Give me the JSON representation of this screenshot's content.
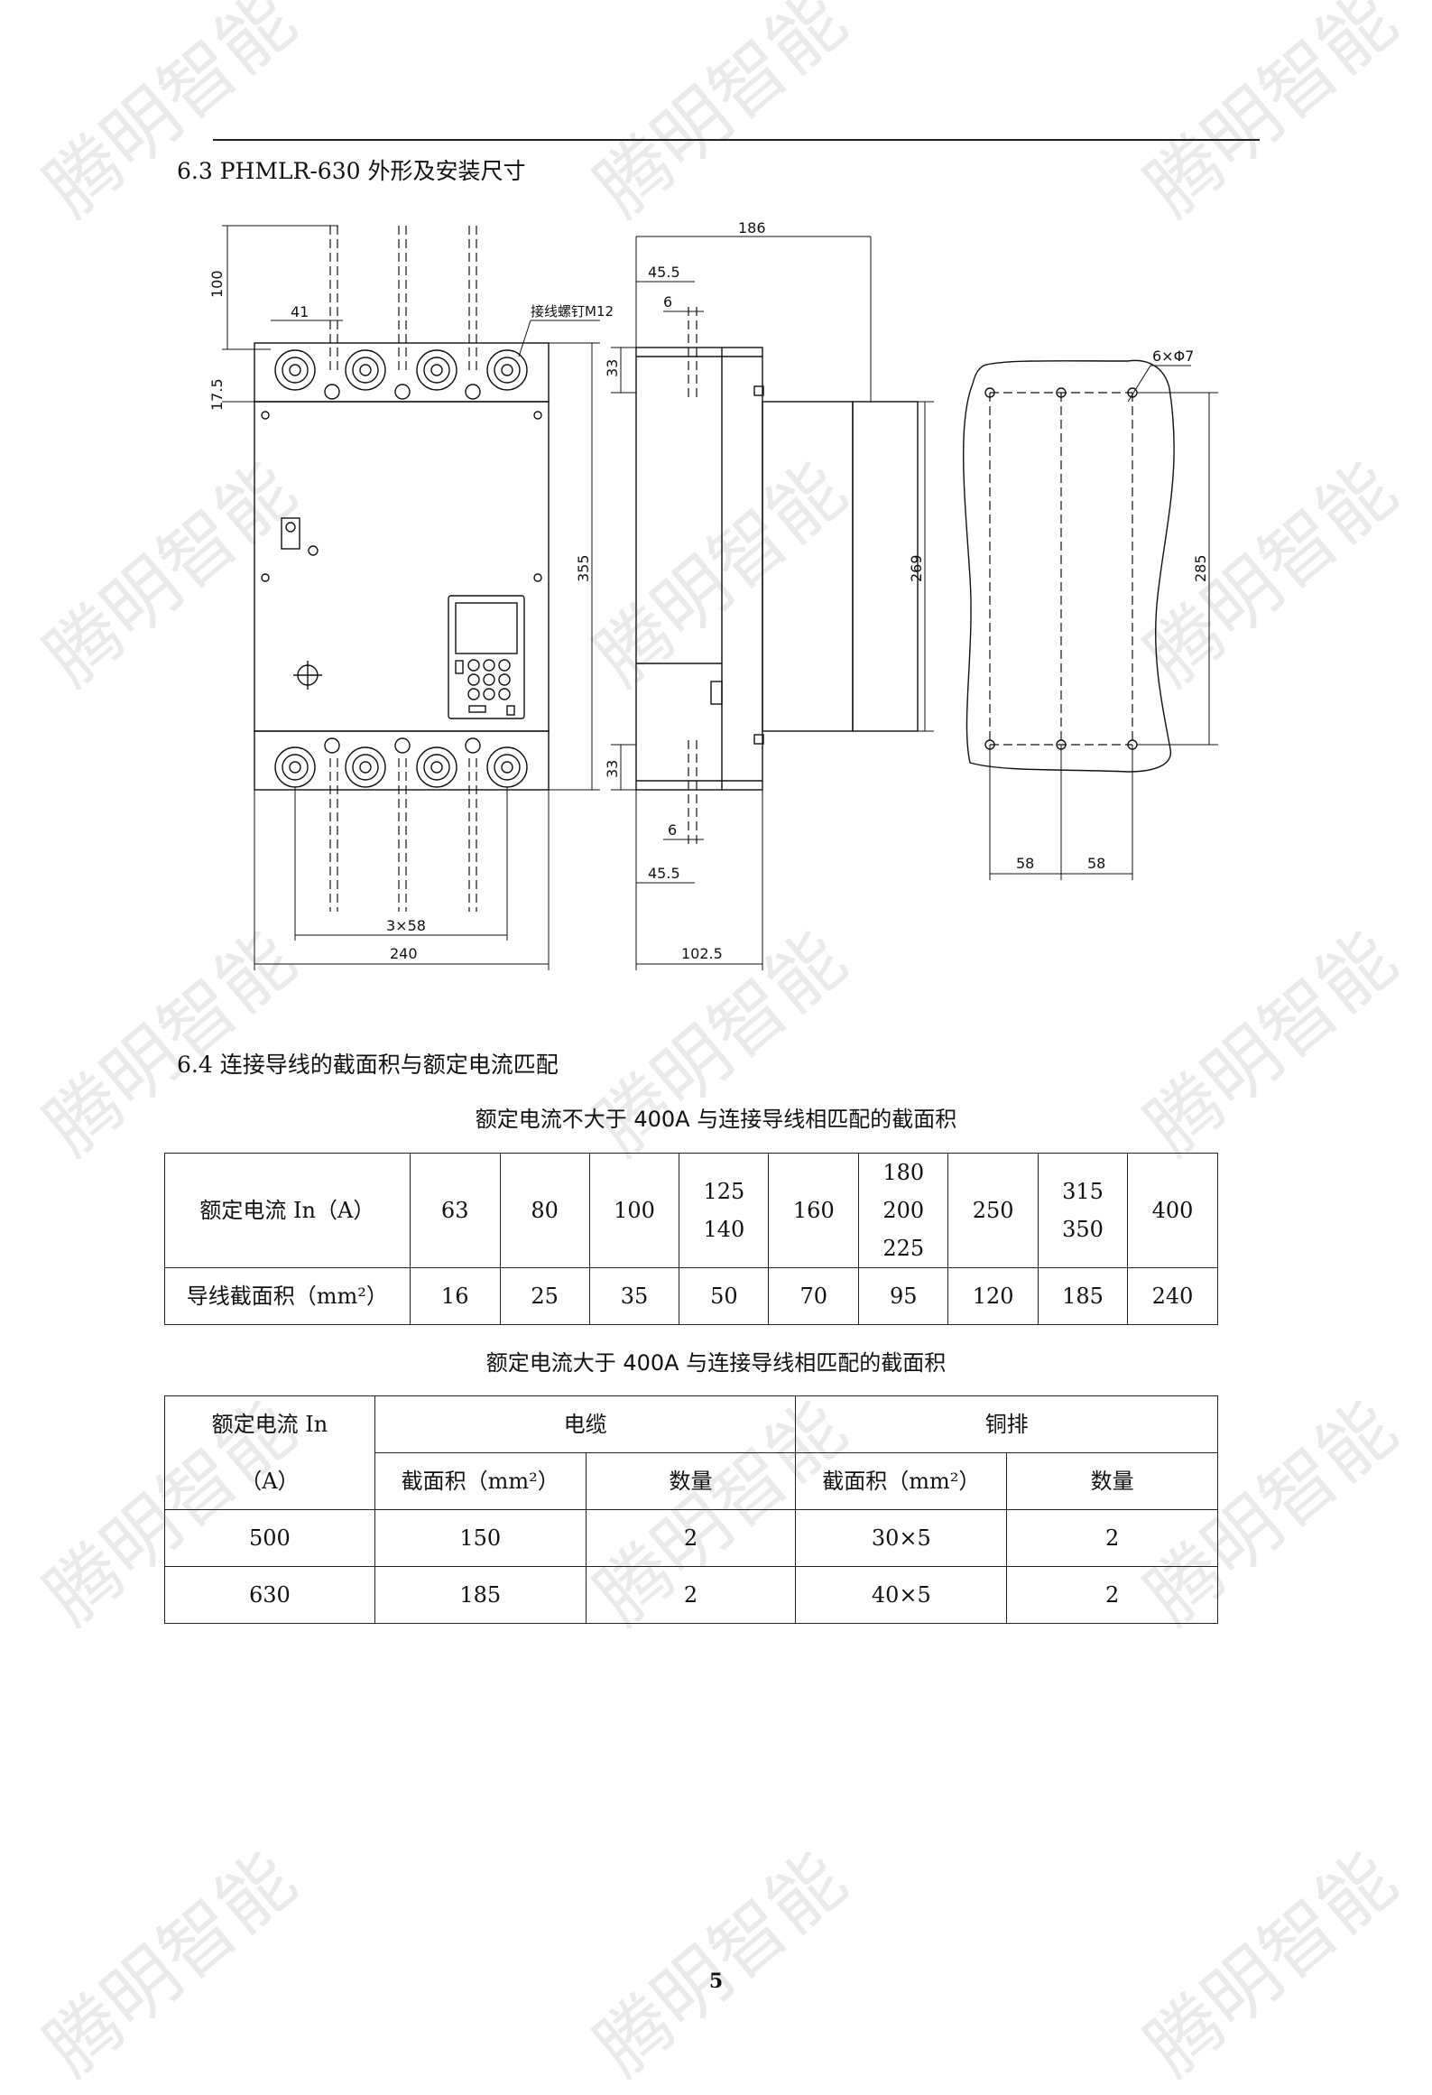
{
  "watermark": "腾明智能",
  "section_6_3": {
    "title": "6.3 PHMLR-630 外形及安装尺寸"
  },
  "drawing_labels": {
    "d100": "100",
    "d17_5": "17.5",
    "d41": "41",
    "terminal_screw": "接线螺钉M12",
    "d355": "355",
    "d3x58": "3×58",
    "d240": "240",
    "d186": "186",
    "d45_5_top": "45.5",
    "d6_top": "6",
    "d33_top": "33",
    "d269": "269",
    "d33_bottom": "33",
    "d6_bottom": "6",
    "d45_5_bottom": "45.5",
    "d102_5": "102.5",
    "hole_spec": "6×Φ7",
    "d285": "285",
    "d58_left": "58",
    "d58_right": "58"
  },
  "section_6_4": {
    "title": "6.4 连接导线的截面积与额定电流匹配"
  },
  "table1": {
    "caption": "额定电流不大于 400A 与连接导线相匹配的截面积",
    "row1_header": "额定电流 In（A）",
    "currents": [
      "63",
      "80",
      "100",
      "125\n140",
      "160",
      "180\n200\n225",
      "250",
      "315\n350",
      "400"
    ],
    "row2_header": "导线截面积（mm²）",
    "areas": [
      "16",
      "25",
      "35",
      "50",
      "70",
      "95",
      "120",
      "185",
      "240"
    ]
  },
  "table2": {
    "caption": "额定电流大于 400A 与连接导线相匹配的截面积",
    "header_current_line1": "额定电流 In",
    "header_current_line2": "（A）",
    "header_cable": "电缆",
    "header_copper": "铜排",
    "sub_area_cable": "截面积（mm²）",
    "sub_qty_cable": "数量",
    "sub_area_copper": "截面积（mm²）",
    "sub_qty_copper": "数量",
    "rows": [
      {
        "current": "500",
        "cable_area": "150",
        "cable_qty": "2",
        "bar_area": "30×5",
        "bar_qty": "2"
      },
      {
        "current": "630",
        "cable_area": "185",
        "cable_qty": "2",
        "bar_area": "40×5",
        "bar_qty": "2"
      }
    ]
  },
  "page_number": "5"
}
